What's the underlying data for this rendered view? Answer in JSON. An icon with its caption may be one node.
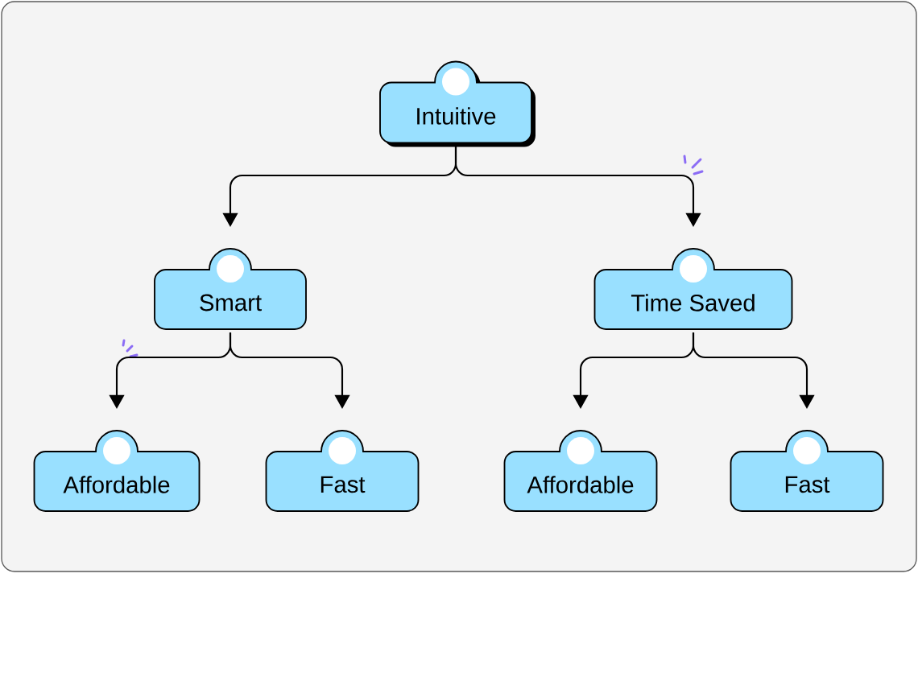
{
  "diagram": {
    "nodes": [
      {
        "text": [
          "Intuitive"
        ]
      },
      {
        "text": [
          "Smart"
        ]
      },
      {
        "text": [
          "Time Saved"
        ]
      },
      {
        "text": [
          "Affordable"
        ]
      },
      {
        "text": [
          "Fast"
        ]
      },
      {
        "text": [
          "Affordable"
        ]
      },
      {
        "text": [
          "Fast"
        ]
      }
    ],
    "edges": [
      {
        "from": 0,
        "to": 1,
        "arrow": "to"
      },
      {
        "from": 0,
        "to": 2,
        "arrow": "to"
      },
      {
        "from": 1,
        "to": 3,
        "arrow": "to"
      },
      {
        "from": 1,
        "to": 4,
        "arrow": "to"
      },
      {
        "from": 2,
        "to": 5,
        "arrow": "to"
      },
      {
        "from": 2,
        "to": 6,
        "arrow": "to"
      }
    ]
  }
}
